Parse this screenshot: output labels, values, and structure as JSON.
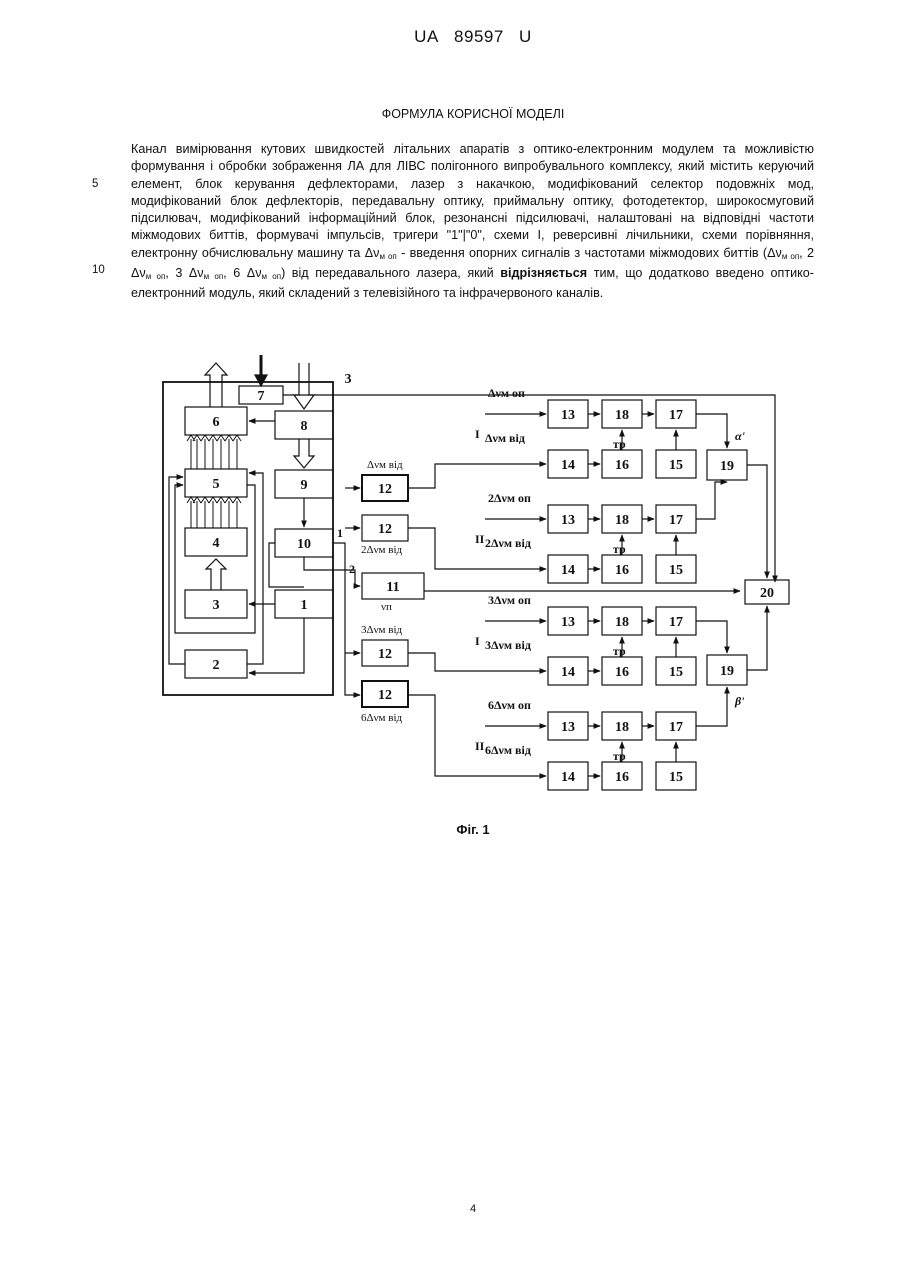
{
  "header": {
    "code": "UA",
    "number": "89597",
    "kind": "U"
  },
  "section_title": "ФОРМУЛА КОРИСНОЇ МОДЕЛІ",
  "claim": {
    "part1": "Канал вимірювання кутових швидкостей літальних апаратів з оптико-електронним модулем та можливістю формування і обробки зображення ЛА для ЛІВС полігонного випробувального комплексу, який містить керуючий елемент, блок керування дефлекторами, лазер з накачкою, модифікований селектор подовжніх мод, модифікований блок дефлекторів, передавальну оптику, приймальну оптику, фотодетектор, широкосмуговий підсилювач, модифікований інформаційний блок, резонансні підсилювачі, налаштовані на відповідні частоти міжмодових биттів, формувачі імпульсів, тригери \"1\"|\"0\", схеми І, реверсивні лічильники, схеми порівняння, електронну обчислювальну машину та Δν",
    "sub_op": "м оп",
    "part2": " - введення опорних сигналів з частотами міжмодових биттів (Δν",
    "sep1": ", 2 Δν",
    "sep2": ", 3 Δν",
    "sep3": ", 6 Δν",
    "part3": ") від передавального лазера, який ",
    "bold": "відрізняється",
    "part4": " тим, що додатково введено оптико-електронний модуль, який складений з телевізійного та інфрачервоного каналів."
  },
  "line_numbers": [
    "5",
    "10"
  ],
  "figure": {
    "caption": "Фіг. 1",
    "block_numbers": {
      "b1": "1",
      "b2": "2",
      "b3": "3",
      "b4": "4",
      "b5": "5",
      "b6": "6",
      "b7": "7",
      "b8": "8",
      "b9": "9",
      "b10": "10",
      "b11": "11",
      "b12": "12",
      "b13": "13",
      "b14": "14",
      "b15": "15",
      "b16": "16",
      "b17": "17",
      "b18": "18",
      "b19": "19",
      "b20": "20"
    },
    "group_label": "3",
    "labels": {
      "dv_op": "Δνм оп",
      "dv_vid": "Δνм від",
      "dv2_op": "2Δνм оп",
      "dv2_vid": "2Δνм від",
      "dv3_op": "3Δνм оп",
      "dv3_vid": "3Δνм від",
      "dv6_op": "6Δνм оп",
      "dv6_vid": "6Δνм від",
      "nu_p": "νп",
      "tr": "тр",
      "alpha": "α'",
      "beta": "β'",
      "roman1": "І",
      "roman2": "ІІ",
      "port1": "1",
      "port2": "2"
    }
  },
  "page_number": "4"
}
